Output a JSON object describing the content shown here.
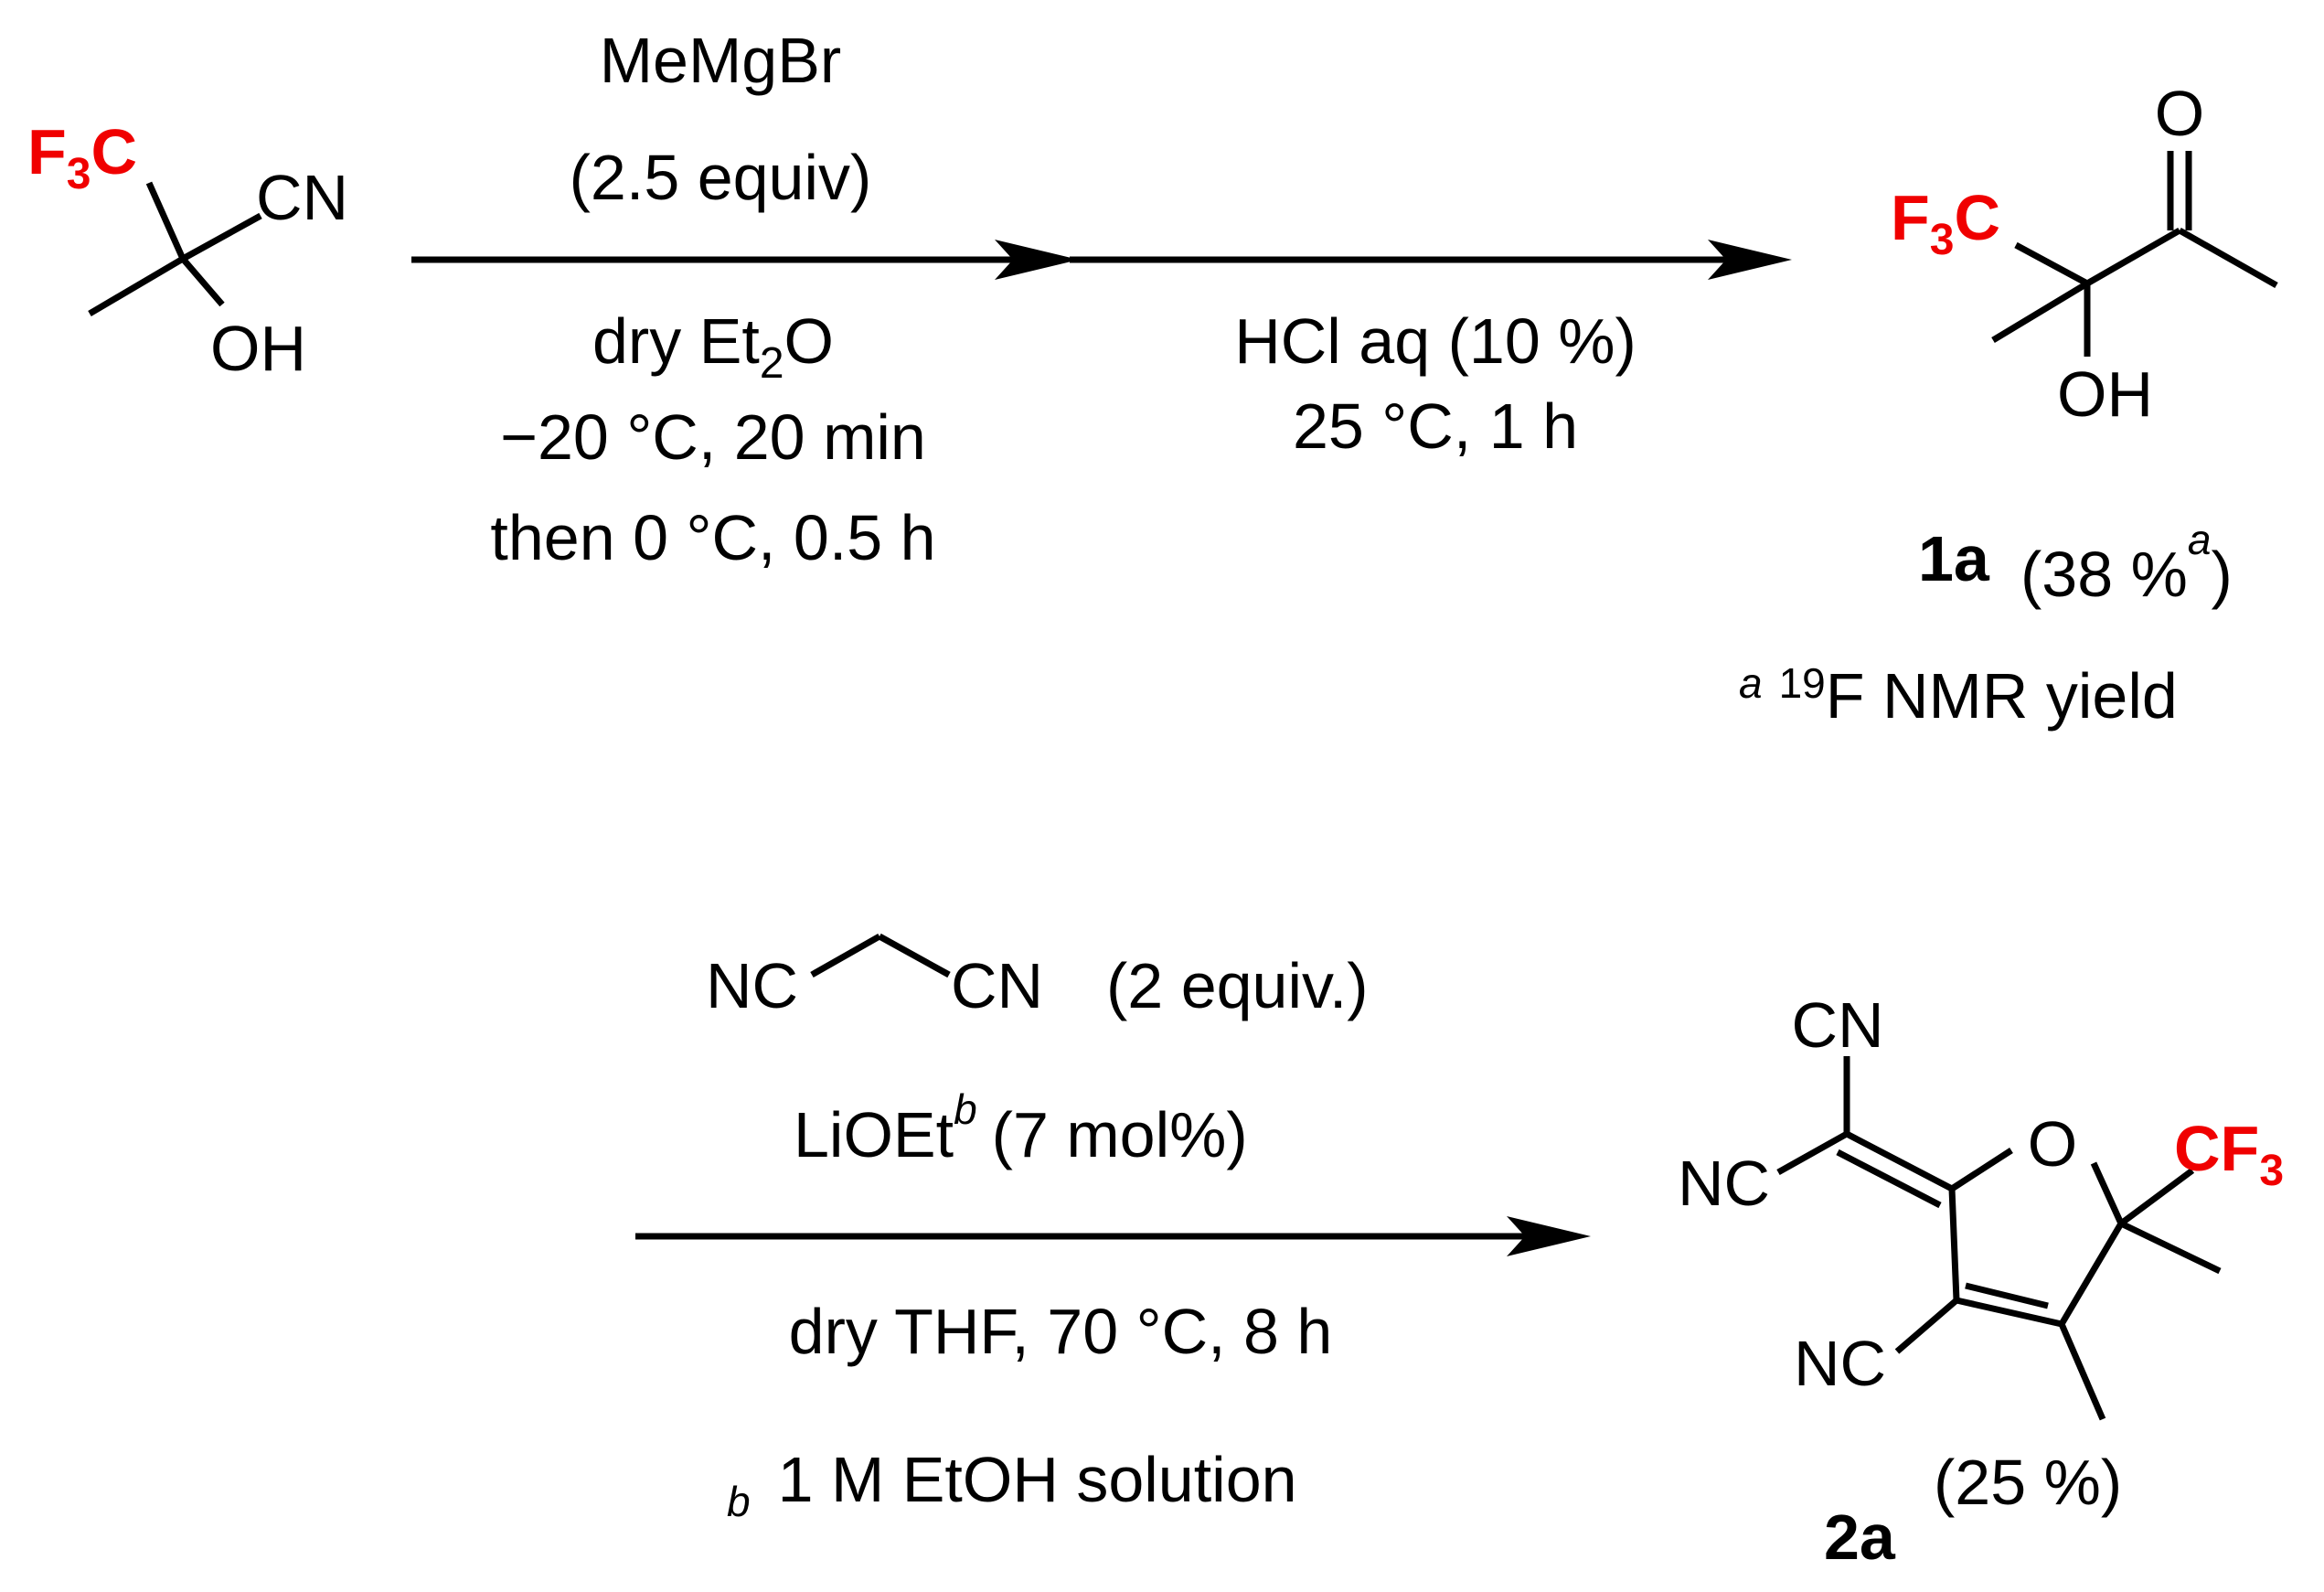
{
  "reaction1": {
    "reagent1": "MeMgBr",
    "reagent1_amount": "(2.5 equiv)",
    "solvent_pre": "dry Et",
    "solvent_sub": "2",
    "solvent_post": "O",
    "condition1": "−20 °C, 20 min",
    "condition2": "then 0 °C, 0.5 h",
    "step2_reagent": "HCl aq (10 %)",
    "step2_condition": "25 °C, 1 h",
    "sm": {
      "cf3_pre": "F",
      "cf3_sub": "3",
      "cf3_post": "C",
      "cn": "CN",
      "oh": "OH"
    },
    "product": {
      "o": "O",
      "cf3_pre": "F",
      "cf3_sub": "3",
      "cf3_post": "C",
      "oh": "OH",
      "label": "1a",
      "yield_pre": "(38 %",
      "yield_sup": "a",
      "yield_post": ")"
    },
    "footnote_mark": "a",
    "footnote_iso": "19",
    "footnote_text": "F NMR yield"
  },
  "reaction2": {
    "malononitrile_left": "NC",
    "malononitrile_right": "CN",
    "malononitrile_amount": "(2 equiv.)",
    "base_pre": "LiOEt",
    "base_sup": "b",
    "base_amount": "(7 mol%)",
    "condition": "dry THF, 70 °C, 8 h",
    "footnote_mark": "b",
    "footnote_text": "1 M EtOH solution",
    "product": {
      "cn_top": "CN",
      "nc_left": "NC",
      "o": "O",
      "cf3_pre": "CF",
      "cf3_sub": "3",
      "nc_bottom": "NC",
      "yield": "(25 %)",
      "label": "2a"
    }
  },
  "colors": {
    "highlight": "#f00000",
    "ink": "#000000",
    "background": "#ffffff"
  }
}
